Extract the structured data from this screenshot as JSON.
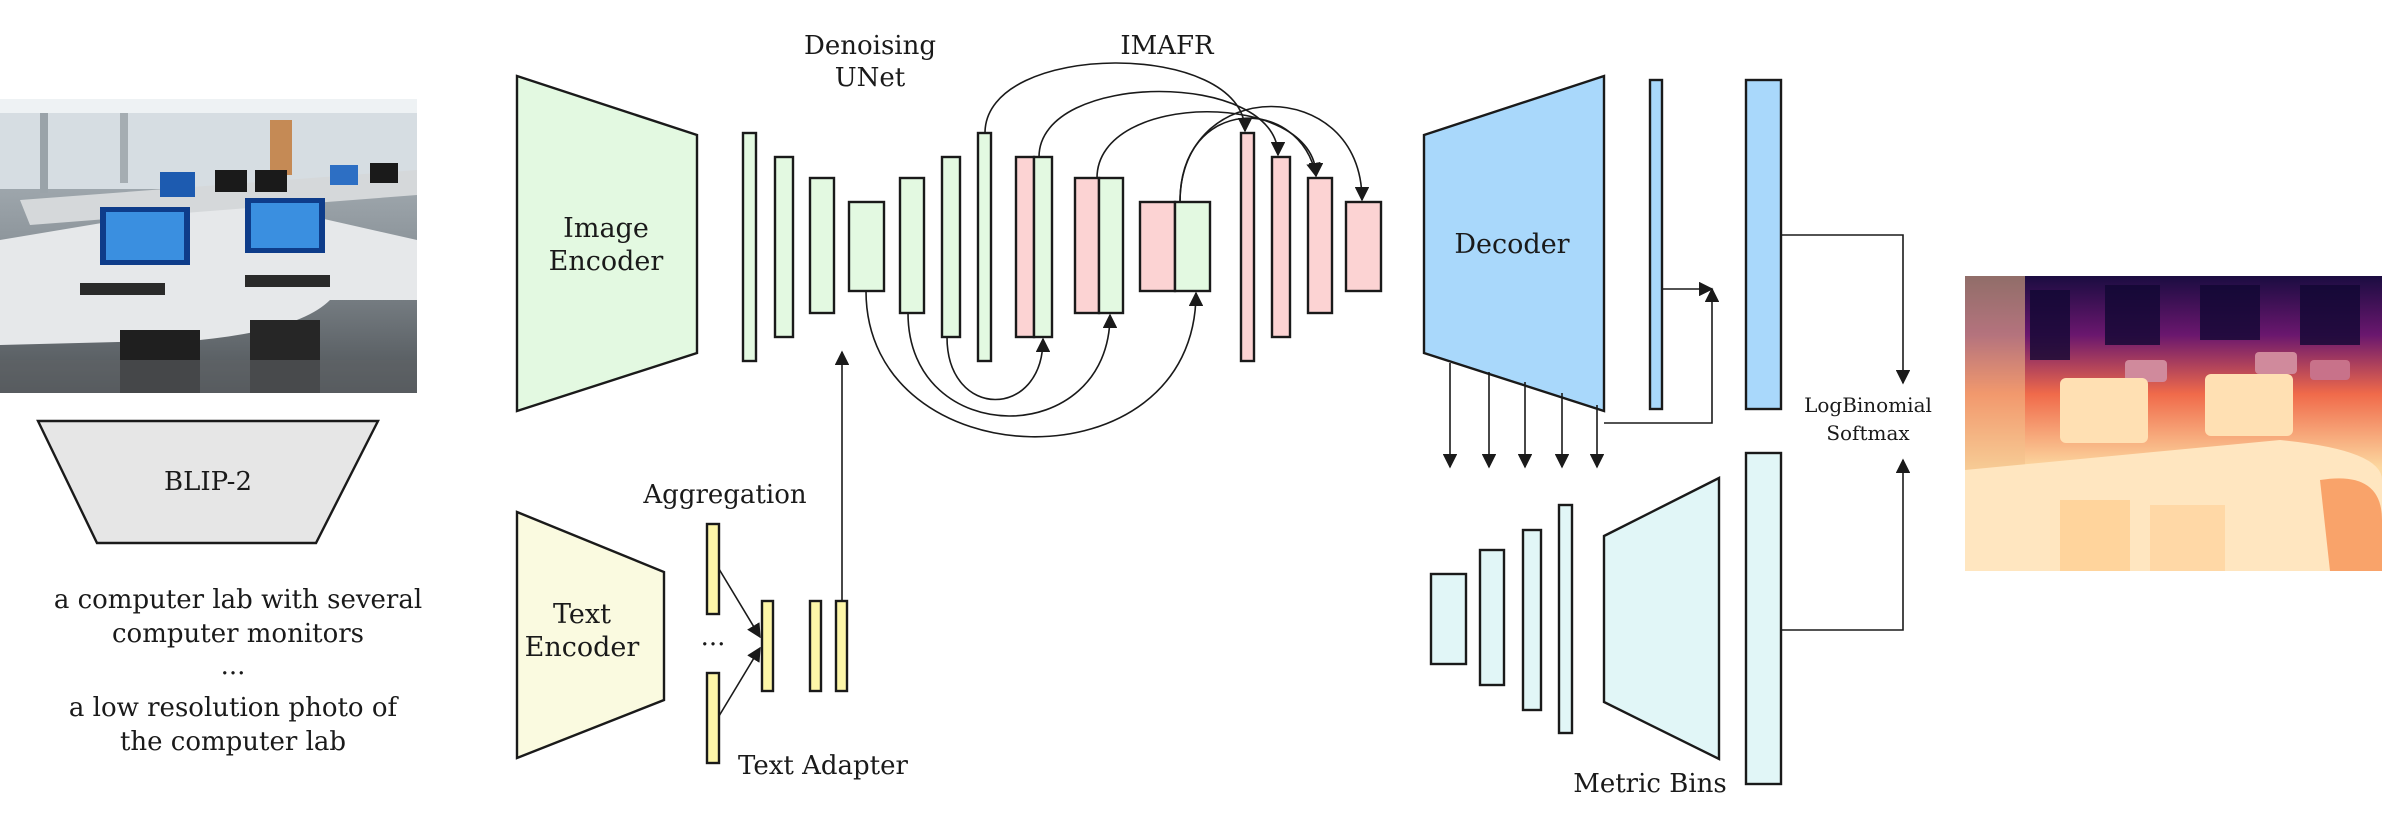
{
  "labels": {
    "image_encoder_1": "Image",
    "image_encoder_2": "Encoder",
    "blip2": "BLIP-2",
    "caption_line_1": "a computer lab with several",
    "caption_line_2": "computer monitors",
    "caption_ellipsis": "...",
    "caption_line_3": "a low resolution photo of",
    "caption_line_4": "the computer lab",
    "unet_1": "Denoising",
    "unet_2": "UNet",
    "imafr": "IMAFR",
    "aggregation": "Aggregation",
    "aggregation_ellipsis": "...",
    "text_encoder_1": "Text",
    "text_encoder_2": "Encoder",
    "text_adapter": "Text Adapter",
    "decoder": "Decoder",
    "logbinomial_1": "LogBinomial",
    "logbinomial_2": "Softmax",
    "metric_bins": "Metric Bins"
  },
  "colors": {
    "image_encoder": "#e3f9e1",
    "unet_block": "#e3f9e1",
    "imafr_block": "#fcd3d3",
    "text_encoder": "#fafae0",
    "adapter_block": "#fdf6a8",
    "decoder": "#a9d8fb",
    "metric_bins": "#e1f6f7",
    "blip2": "#e6e6e6",
    "stroke": "#1a1a1a"
  },
  "images": {
    "input_photo": "photo of a computer lab with desks and monitors",
    "output_depth": "predicted depth map in magma colors"
  }
}
